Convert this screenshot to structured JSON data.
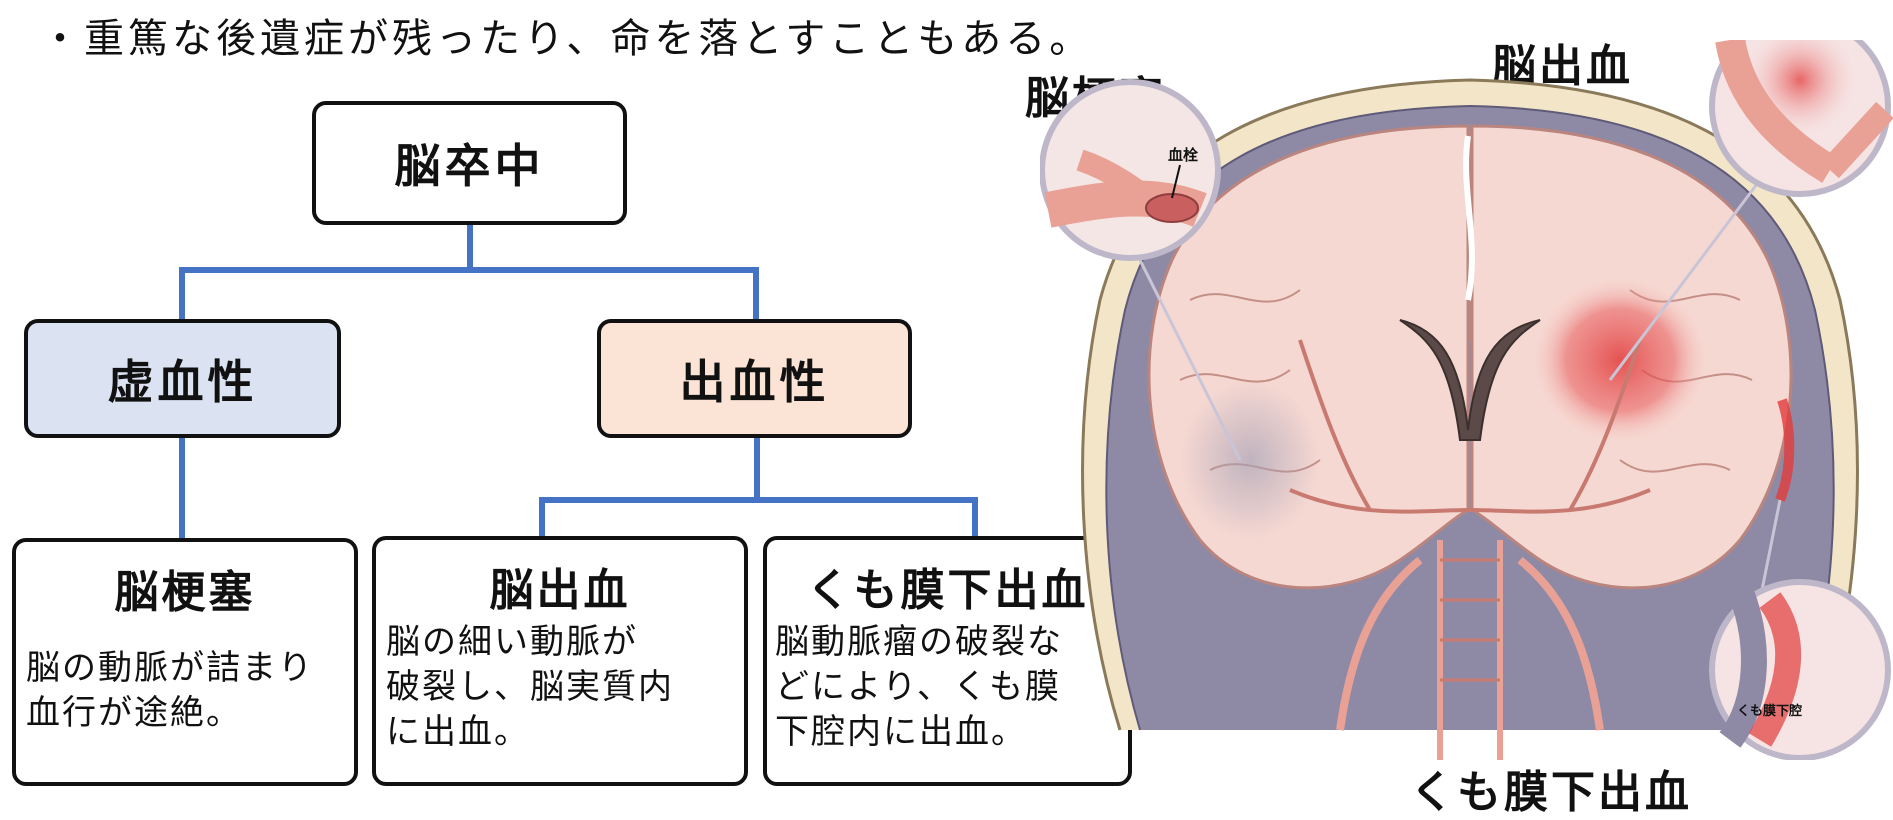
{
  "note": "・重篤な後遺症が残ったり、命を落とすこともある。",
  "tree": {
    "root": "脳卒中",
    "ischemic": "虚血性",
    "hemorrhagic": "出血性",
    "leaves": [
      {
        "title": "脳梗塞",
        "lines": [
          "脳の動脈が詰まり",
          "血行が途絶。"
        ]
      },
      {
        "title": "脳出血",
        "lines": [
          "脳の細い動脈が",
          "破裂し、脳実質内",
          "に出血。"
        ]
      },
      {
        "title": "くも膜下出血",
        "lines": [
          "脳動脈瘤の破裂な",
          "どにより、くも膜",
          "下腔内に出血。"
        ]
      }
    ]
  },
  "illustration": {
    "label_infarction": "脳梗塞",
    "label_hemorrhage": "脳出血",
    "label_subarachnoid": "くも膜下出血",
    "inset_thrombus": "血栓",
    "inset_space": "くも膜下腔"
  },
  "colors": {
    "connector": "#4472c4",
    "ischemic_fill": "#dbe3f2",
    "hemorrhagic_fill": "#fbe4d5",
    "brain": "#f6d8d2",
    "artery": "#e9a196",
    "bleed": "#e23b3b"
  }
}
